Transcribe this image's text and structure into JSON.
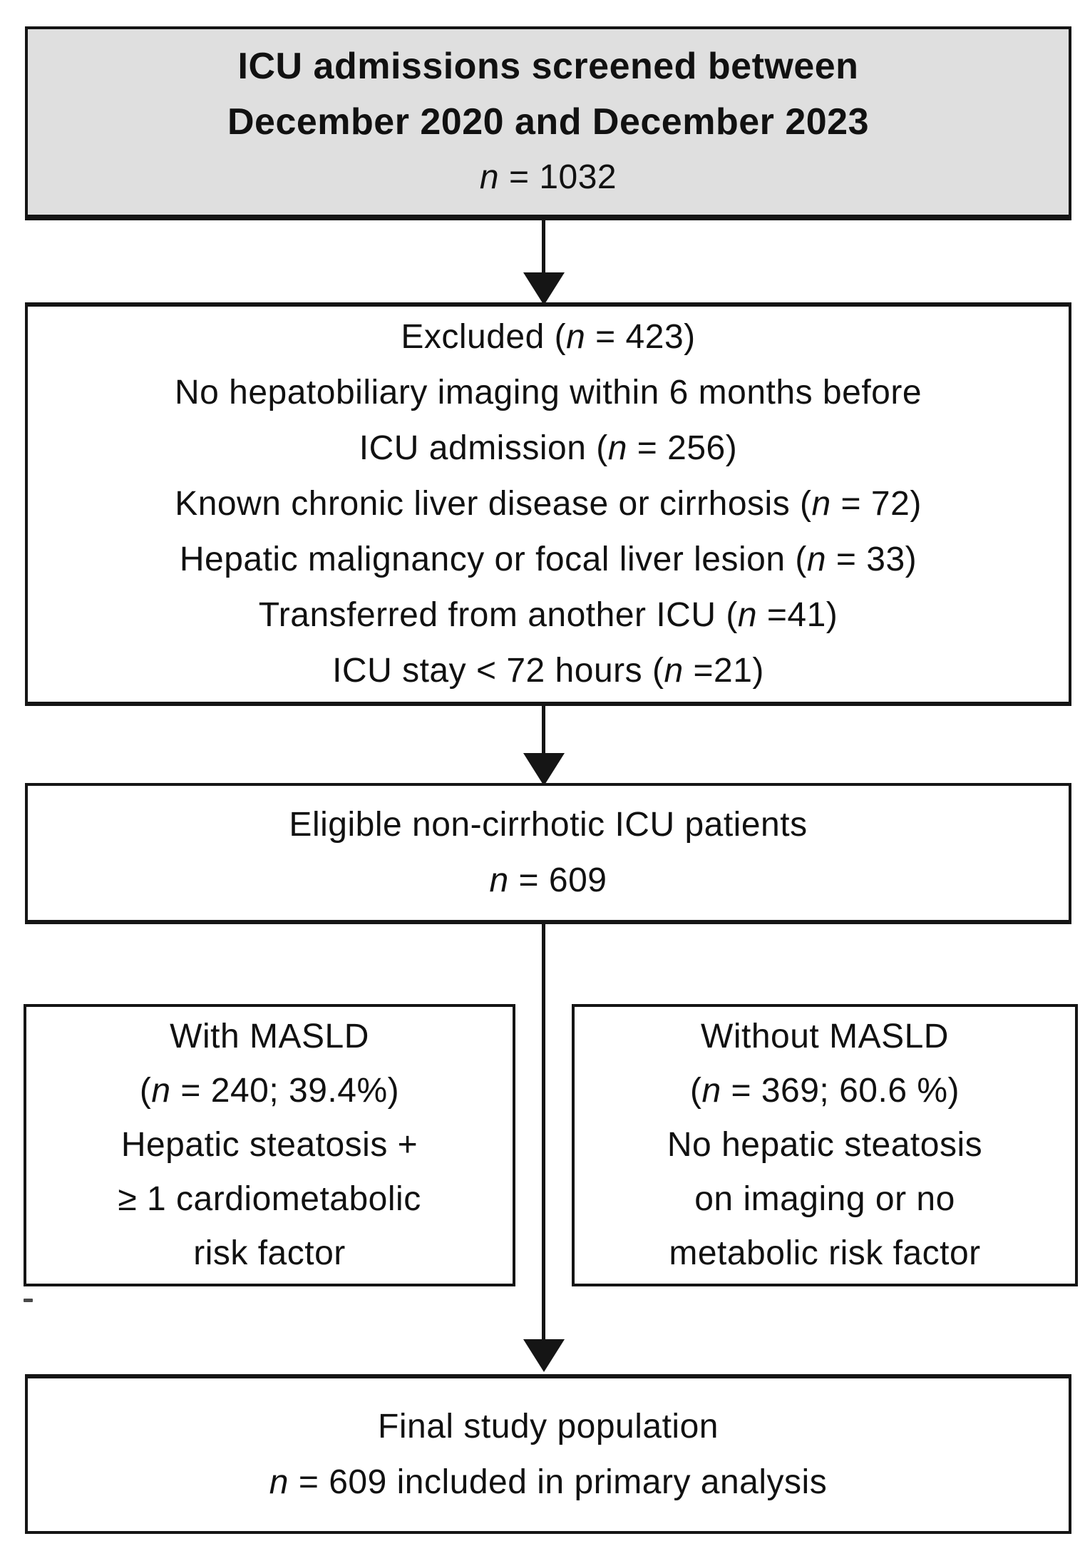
{
  "flowchart": {
    "title": "ICU MASLD study inclusion flow diagram",
    "colors": {
      "background": "#ffffff",
      "box_fill": "#ffffff",
      "screened_fill": "#dfdfdf",
      "border": "#151515",
      "text": "#111111"
    },
    "boxes": {
      "screened": {
        "lines": [
          "ICU admissions screened between",
          "December 2020 and December 2023",
          "n = 1032"
        ]
      },
      "excluded": {
        "lines": [
          "Excluded (n = 423)",
          "No hepatobiliary imaging within 6 months before",
          "ICU admission (n = 256)",
          "Known chronic liver disease or cirrhosis (n = 72)",
          "Hepatic malignancy or focal liver lesion (n = 33)",
          "Transferred from another ICU (n =41)",
          "ICU stay < 72 hours (n =21)"
        ]
      },
      "eligible": {
        "lines": [
          "Eligible non-cirrhotic ICU patients",
          "n = 609"
        ]
      },
      "with_masld": {
        "lines": [
          "With MASLD",
          "(n = 240; 39.4%)",
          "Hepatic steatosis +",
          "≥ 1 cardiometabolic",
          "risk factor"
        ]
      },
      "without_masld": {
        "lines": [
          "Without MASLD",
          "(n = 369; 60.6 %)",
          "No hepatic steatosis",
          "on imaging or no",
          "metabolic risk factor"
        ]
      },
      "final": {
        "lines": [
          "Final study population",
          "n = 609 included in primary analysis"
        ]
      }
    }
  }
}
